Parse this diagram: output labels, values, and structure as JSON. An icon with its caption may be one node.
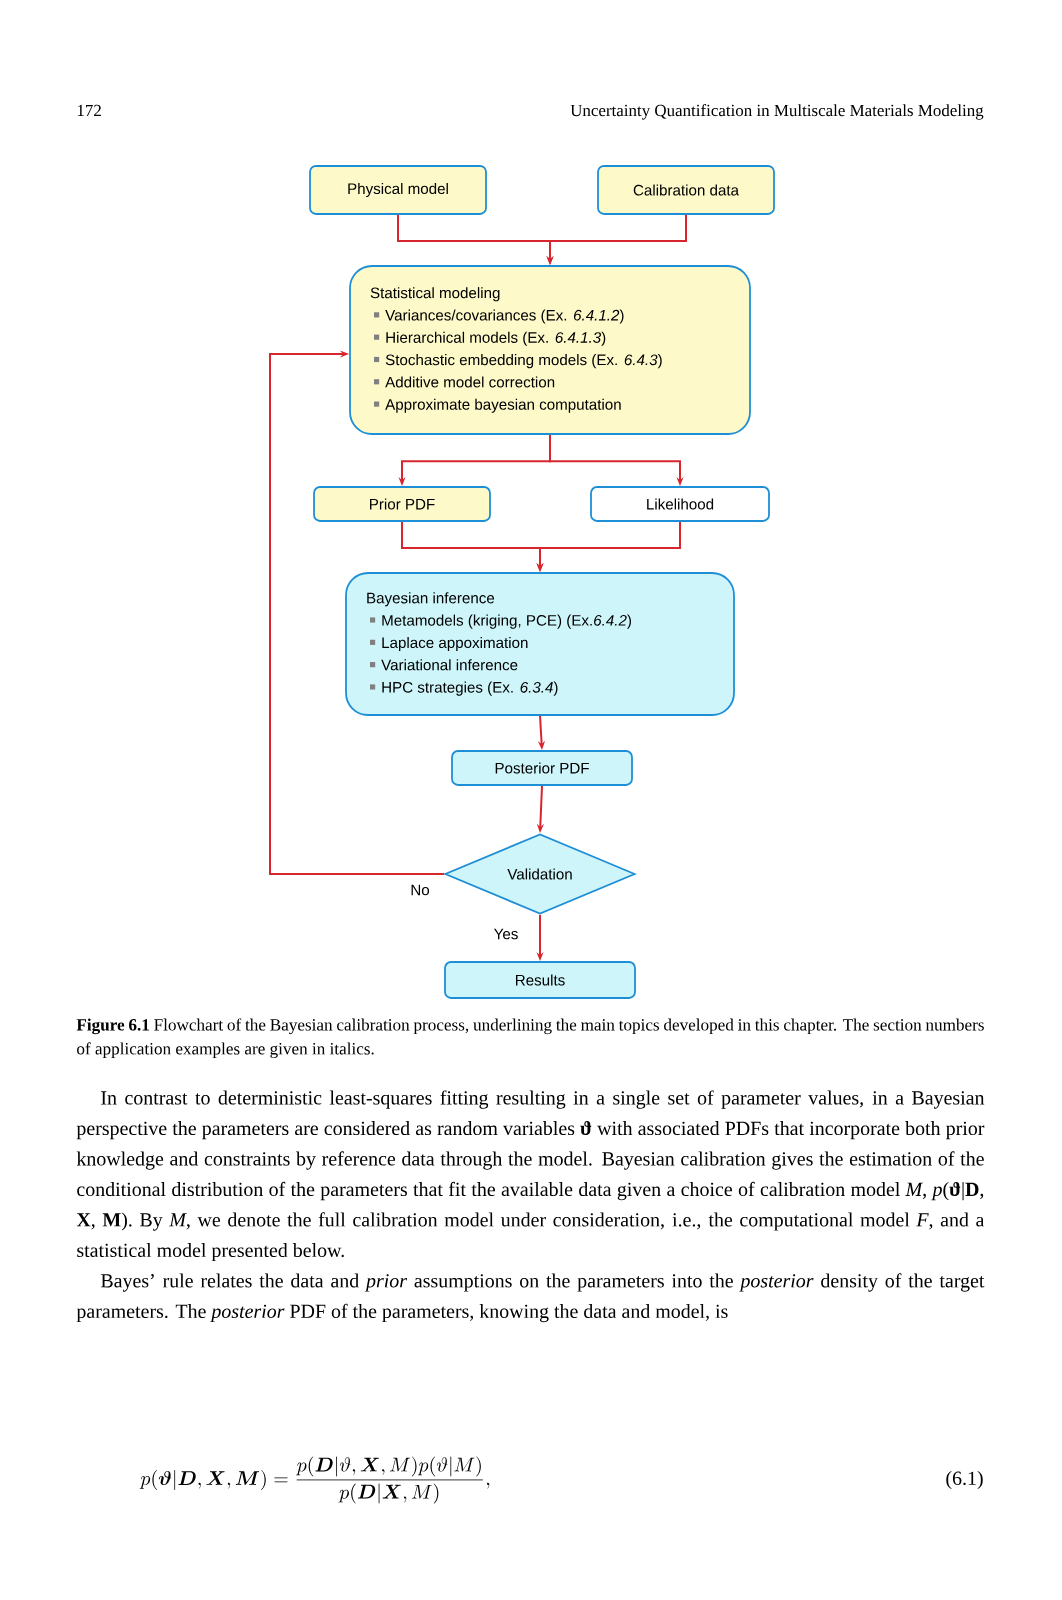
{
  "diagram": {
    "title": "Uncertainty Quantification in Multiscale Materials Modeling",
    "caption": "**Figure 6.1** Flowchart of the Bayesian calibration process, underlining the main topics developed in this chapter. The section numbers of application examples are given in italics.",
    "nodes": [
      {
        "text": [
          "Physical model"
        ]
      },
      {
        "text": [
          "Calibration data"
        ]
      },
      {
        "text": [
          "Statistical modeling",
          "Variances/covariances (Ex. *6.4.1.2*)",
          "Hierarchical models (Ex. *6.4.1.3*)",
          "Stochastic embedding models (Ex. *6.4.3*)",
          "Additive model correction",
          "Approximate bayesian computation"
        ]
      },
      {
        "text": [
          "Prior PDF"
        ]
      },
      {
        "text": [
          "Likelihood"
        ]
      },
      {
        "text": [
          "Bayesian inference",
          "Metamodels (kriging, PCE) (Ex.*6.4.2*)",
          "Laplace appoximation",
          "Variational inference",
          "HPC strategies (Ex. *6.3.4*)"
        ]
      },
      {
        "text": [
          "Posterior PDF"
        ]
      },
      {
        "text": [
          "Validation"
        ]
      },
      {
        "text": [
          "Results"
        ]
      }
    ],
    "edges": [
      {
        "from": 0,
        "to": 2,
        "arrow": "to"
      },
      {
        "from": 1,
        "to": 2,
        "arrow": "to"
      },
      {
        "from": 2,
        "to": 3,
        "arrow": "to"
      },
      {
        "from": 2,
        "to": 4,
        "arrow": "to"
      },
      {
        "from": 3,
        "to": 5,
        "arrow": "to"
      },
      {
        "from": 4,
        "to": 5,
        "arrow": "to"
      },
      {
        "from": 5,
        "to": 6,
        "arrow": "to"
      },
      {
        "from": 6,
        "to": 7,
        "arrow": "to"
      },
      {
        "from": 7,
        "to": 8,
        "arrow": "to",
        "label": "Yes"
      },
      {
        "from": 7,
        "to": 2,
        "arrow": "to",
        "label": "No"
      }
    ],
    "labels": [
      "172",
      "In contrast to deterministic least-squares fitting resulting in a single set of parameter values, in a Bayesian perspective the parameters are considered as random variables **ϑ** with associated PDFs that incorporate both prior knowledge and constraints by reference data through the model. Bayesian calibration gives the estimation of the conditional distribution of the parameters that fit the available data given a choice of calibration model *M*, *p*(**ϑ**|**D**, **X**, **M**). By *M*, we denote the full calibration model under consideration, i.e., the computational model *F*, and a statistical model presented below.",
      "Bayes’ rule relates the data and *prior* assumptions on the parameters into the *posterior* density of the target parameters. The *posterior* PDF of the parameters, knowing the data and model, is",
      "p(\\boldsymbol{\\vartheta}|\\boldsymbol{D},\\boldsymbol{X},\\boldsymbol{M})=\\frac{p(\\boldsymbol{D}|\\vartheta,\\boldsymbol{X},M)p(\\vartheta|M)}{p(\\boldsymbol{D}|\\boldsymbol{X},M)},",
      "(6.1)"
    ]
  }
}
